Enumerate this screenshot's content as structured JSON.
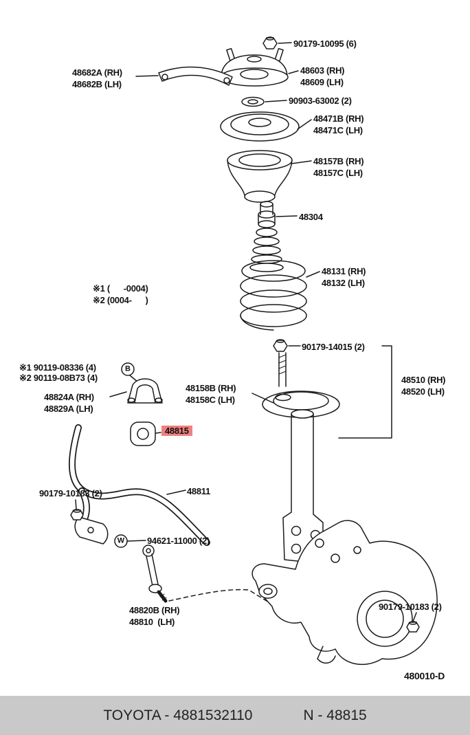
{
  "labels": {
    "nut_top": "90179-10095 (6)",
    "brace_rh": "48682A (RH)",
    "brace_lh": "48682B (LH)",
    "support_rh": "48603 (RH)",
    "support_lh": "48609 (LH)",
    "bearing": "90903-63002 (2)",
    "upper_seat_rh": "48471B (RH)",
    "upper_seat_lh": "48471C (LH)",
    "insulator_rh": "48157B (RH)",
    "insulator_lh": "48157C (LH)",
    "bumper": "48304",
    "spring_rh": "48131 (RH)",
    "spring_lh": "48132 (LH)",
    "note1": "※1 (      -0004)",
    "note2": "※2 (0004-      )",
    "nut_strut": "90179-14015 (2)",
    "note_b1": "※1 90119-08336 (4)",
    "note_b2": "※2 90119-08B73 (4)",
    "marker_b": "B",
    "bracket_rh": "48824A (RH)",
    "bracket_lh": "48829A (LH)",
    "lower_seat_rh": "48158B (RH)",
    "lower_seat_lh": "48158C (LH)",
    "strut_rh": "48510 (RH)",
    "strut_lh": "48520 (LH)",
    "bushing": "48815",
    "nut_bar_left": "90179-10183 (2)",
    "stabilizer_bar": "48811",
    "marker_w": "W",
    "washer": "94621-11000 (2)",
    "link_rh": "48820B (RH)",
    "link_lh": "48810  (LH)",
    "nut_knuckle": "90179-10183 (2)",
    "diagram_code": "480010-D"
  },
  "footer": {
    "left": "TOYOTA - 4881532110",
    "right": "N - 48815"
  },
  "colors": {
    "highlight": "#f08080",
    "footer_bg": "#c9c9c9",
    "line": "#1a1a1a"
  }
}
